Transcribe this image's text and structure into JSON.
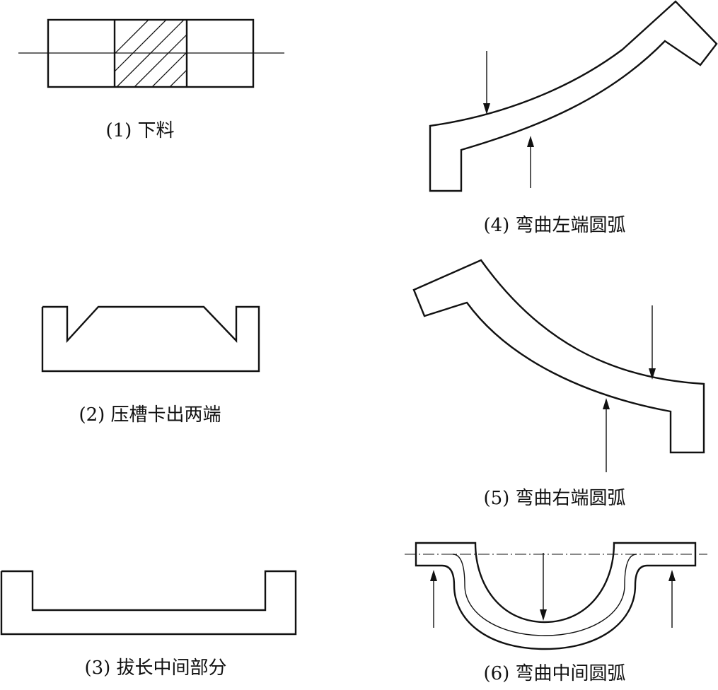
{
  "steps": [
    {
      "label": "(1) 下料"
    },
    {
      "label": "(2) 压槽卡出两端"
    },
    {
      "label": "(3) 拔长中间部分"
    },
    {
      "label": "(4) 弯曲左端圆弧"
    },
    {
      "label": "(5) 弯曲右端圆弧"
    },
    {
      "label": "(6) 弯曲中间圆弧"
    }
  ]
}
